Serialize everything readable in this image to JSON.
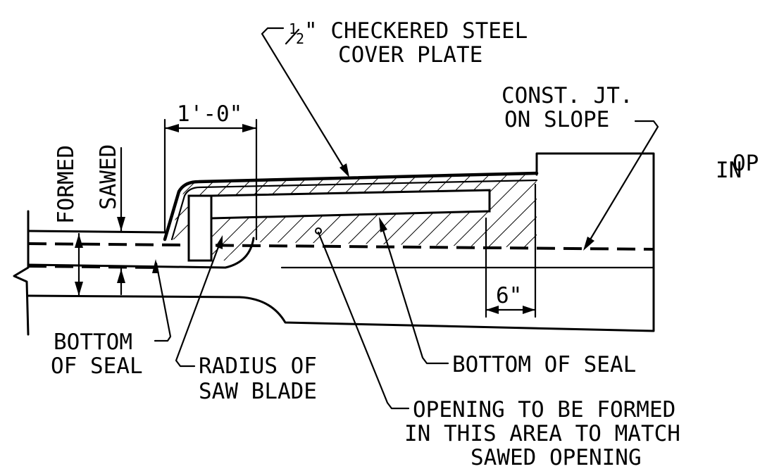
{
  "labels": {
    "cover_plate_frac_num": "1",
    "cover_plate_frac_den": "2",
    "cover_plate_line1": "\" CHECKERED STEEL",
    "cover_plate_line2": "COVER PLATE",
    "dim_1ft": "1'-0\"",
    "const_jt_line1": "CONST. JT.",
    "const_jt_line2": "ON SLOPE",
    "cut_off_line1": "OPE",
    "cut_off_line2": "IN",
    "formed": "FORMED",
    "sawed": "SAWED",
    "dim_6in": "6\"",
    "bottom_of_seal_left_line1": "BOTTOM",
    "bottom_of_seal_left_line2": "OF SEAL",
    "radius_line1": "RADIUS OF",
    "radius_line2": "SAW BLADE",
    "bottom_of_seal_right": "BOTTOM OF SEAL",
    "opening_line1": "OPENING TO BE FORMED",
    "opening_line2": "IN THIS AREA TO MATCH",
    "opening_line3": "SAWED OPENING"
  }
}
